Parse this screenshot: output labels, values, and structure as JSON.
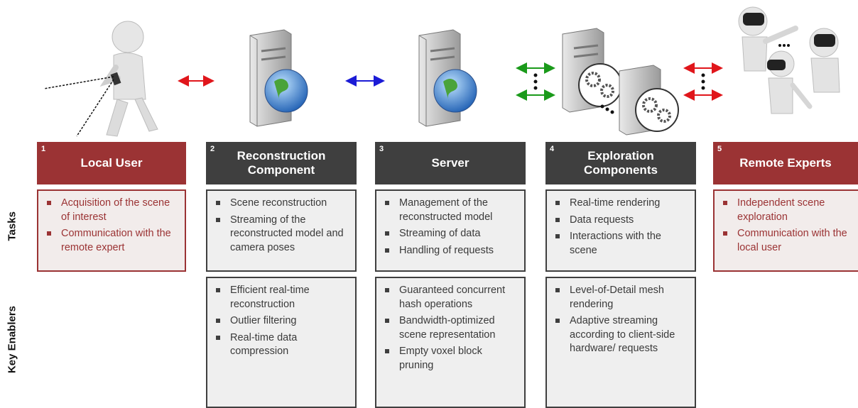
{
  "components": [
    {
      "num": "1",
      "title": "Local User"
    },
    {
      "num": "2",
      "title": "Reconstruction Component"
    },
    {
      "num": "3",
      "title": "Server"
    },
    {
      "num": "4",
      "title": "Exploration Components"
    },
    {
      "num": "5",
      "title": "Remote Experts"
    }
  ],
  "row_labels": {
    "tasks": "Tasks",
    "enablers": "Key Enablers"
  },
  "tasks": {
    "local_user": [
      "Acquisition of the scene of interest",
      "Communication with the remote expert"
    ],
    "reconstruction": [
      "Scene reconstruction",
      "Streaming of the reconstructed model and camera poses"
    ],
    "server": [
      "Management of the reconstructed model",
      "Streaming of data",
      "Handling of requests"
    ],
    "exploration": [
      "Real-time rendering",
      "Data requests",
      "Interactions with the scene"
    ],
    "remote_experts": [
      "Independent scene exploration",
      "Communication with the local user"
    ]
  },
  "enablers": {
    "reconstruction": [
      "Efficient real-time reconstruction",
      "Outlier filtering",
      "Real-time data compression"
    ],
    "server": [
      "Guaranteed concurrent hash operations",
      "Bandwidth-optimized scene representation",
      "Empty voxel block pruning"
    ],
    "exploration": [
      "Level-of-Detail mesh rendering",
      "Adaptive streaming according to client-side hardware/ requests"
    ]
  },
  "colors": {
    "red": "#9b3334",
    "dark": "#3f3f3f",
    "arrow_red": "#e0161b",
    "arrow_blue": "#1b1bd6",
    "arrow_green": "#1a9a1a"
  },
  "icons": [
    "person-with-phone-icon",
    "server-globe-icon",
    "server-globe-icon",
    "server-gears-icon",
    "vr-experts-icon"
  ]
}
